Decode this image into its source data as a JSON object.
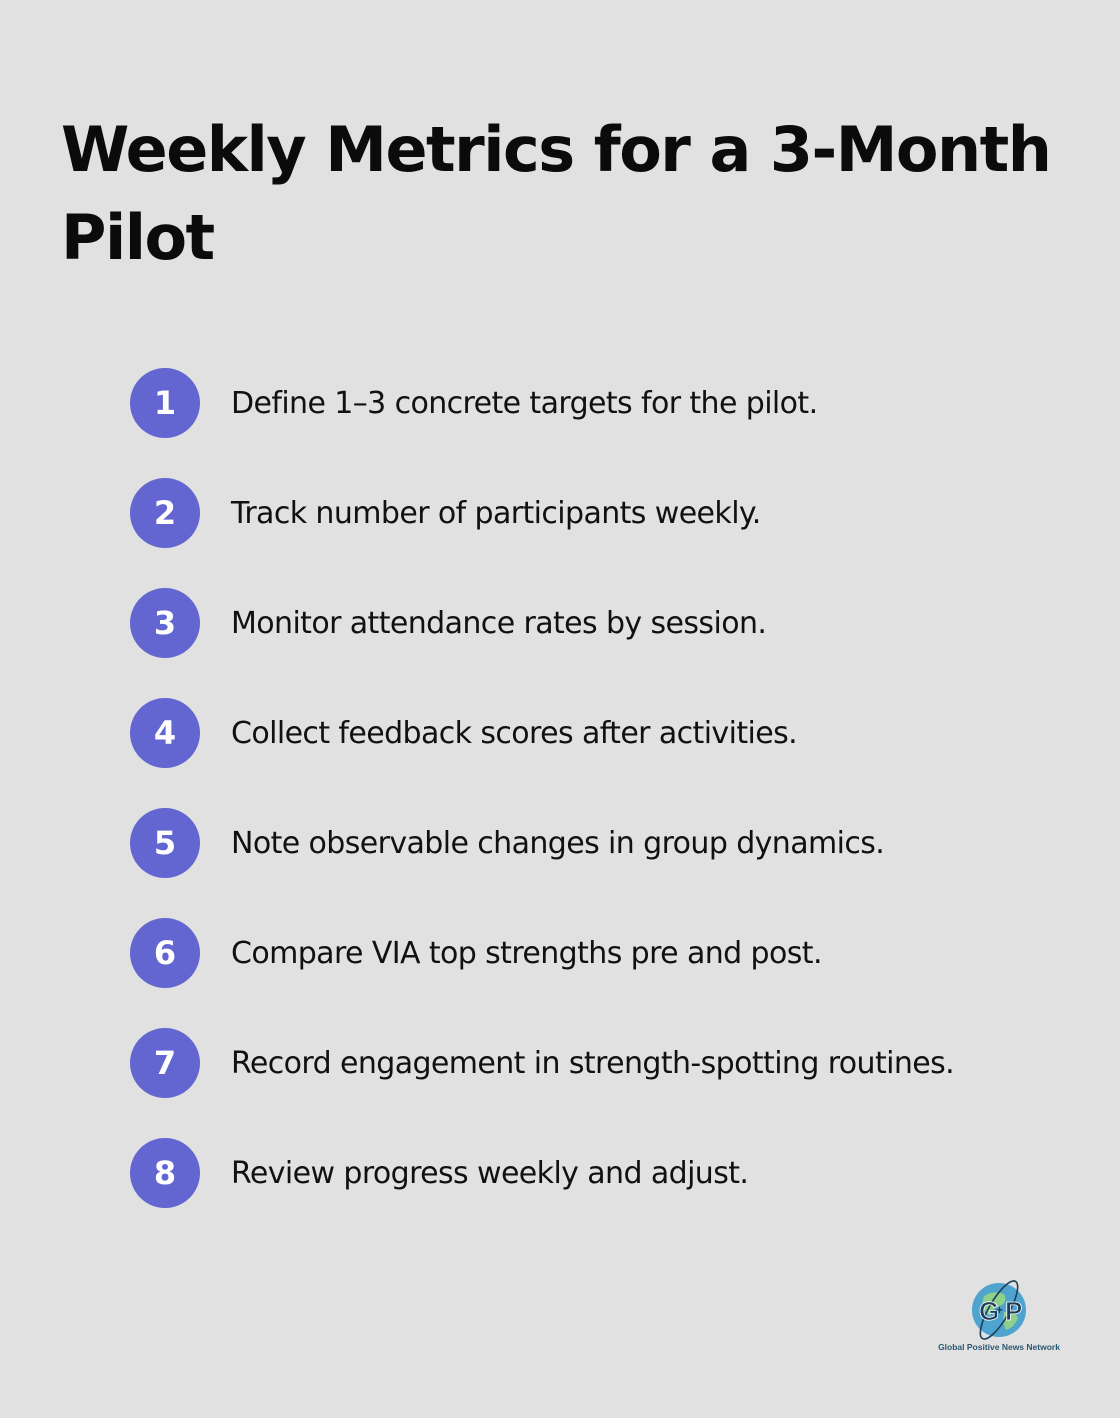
{
  "title": "Weekly Metrics for a 3-Month Pilot",
  "colors": {
    "background": "#e0e1e0",
    "badge": "#6366d1",
    "badge_text": "#ffffff",
    "text": "#111111"
  },
  "steps": [
    {
      "number": "1",
      "text": "Define 1–3 concrete targets for the pilot."
    },
    {
      "number": "2",
      "text": "Track number of participants weekly."
    },
    {
      "number": "3",
      "text": "Monitor attendance rates by session."
    },
    {
      "number": "4",
      "text": "Collect feedback scores after activities."
    },
    {
      "number": "5",
      "text": "Note observable changes in group dynamics."
    },
    {
      "number": "6",
      "text": "Compare VIA top strengths pre and post."
    },
    {
      "number": "7",
      "text": "Record engagement in strength-spotting routines."
    },
    {
      "number": "8",
      "text": "Review progress weekly and adjust."
    }
  ],
  "logo": {
    "letters": "G+P",
    "name": "Global Positive News Network",
    "icon": "globe-icon"
  }
}
